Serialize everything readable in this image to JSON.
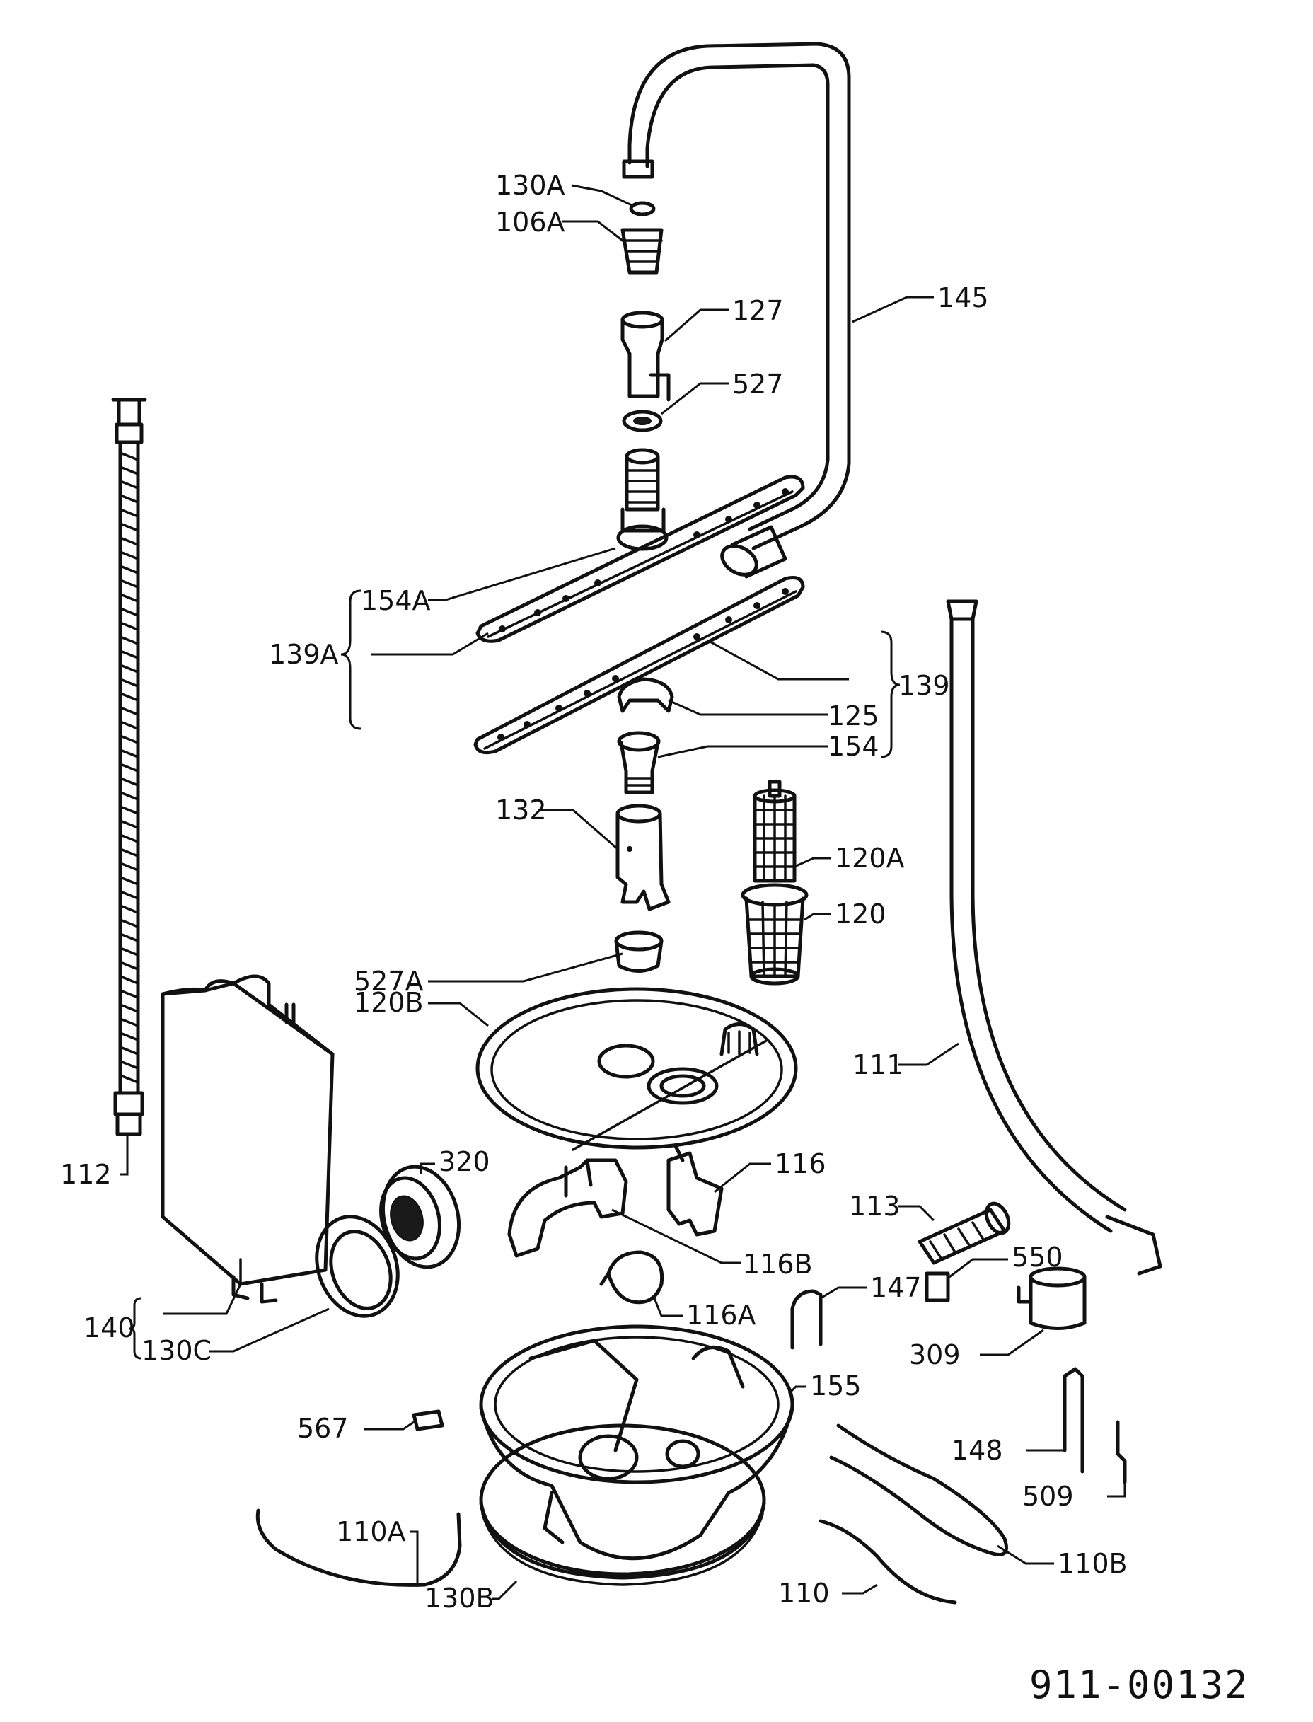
{
  "drawing_number": "911-00132",
  "labels": {
    "l130A": "130A",
    "l106A": "106A",
    "l127": "127",
    "l145": "145",
    "l527": "527",
    "l154A": "154A",
    "l139A": "139A",
    "l139": "139",
    "l125": "125",
    "l154": "154",
    "l132": "132",
    "l120A": "120A",
    "l120": "120",
    "l527A": "527A",
    "l120B": "120B",
    "l111": "111",
    "l112": "112",
    "l320": "320",
    "l116": "116",
    "l113": "113",
    "l550": "550",
    "l116B": "116B",
    "l147": "147",
    "l116A": "116A",
    "l140": "140",
    "l130C": "130C",
    "l309": "309",
    "l155": "155",
    "l567": "567",
    "l148": "148",
    "l509": "509",
    "l110A": "110A",
    "l110B": "110B",
    "l110": "110",
    "l130B": "130B"
  }
}
